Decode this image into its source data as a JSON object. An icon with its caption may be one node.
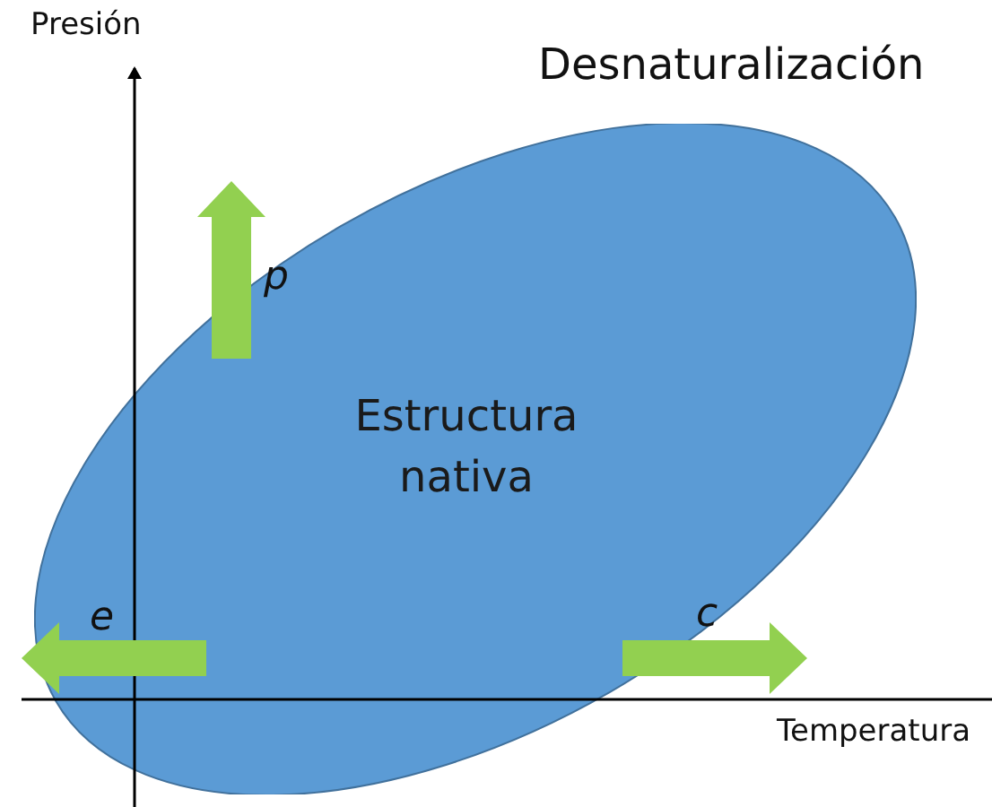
{
  "diagram": {
    "nodes": [
      {
        "text": [
          "Estructura nativa"
        ]
      }
    ],
    "labels": [
      "Presión",
      "Desnaturalización",
      "p",
      "e",
      "c",
      "Temperatura"
    ]
  }
}
